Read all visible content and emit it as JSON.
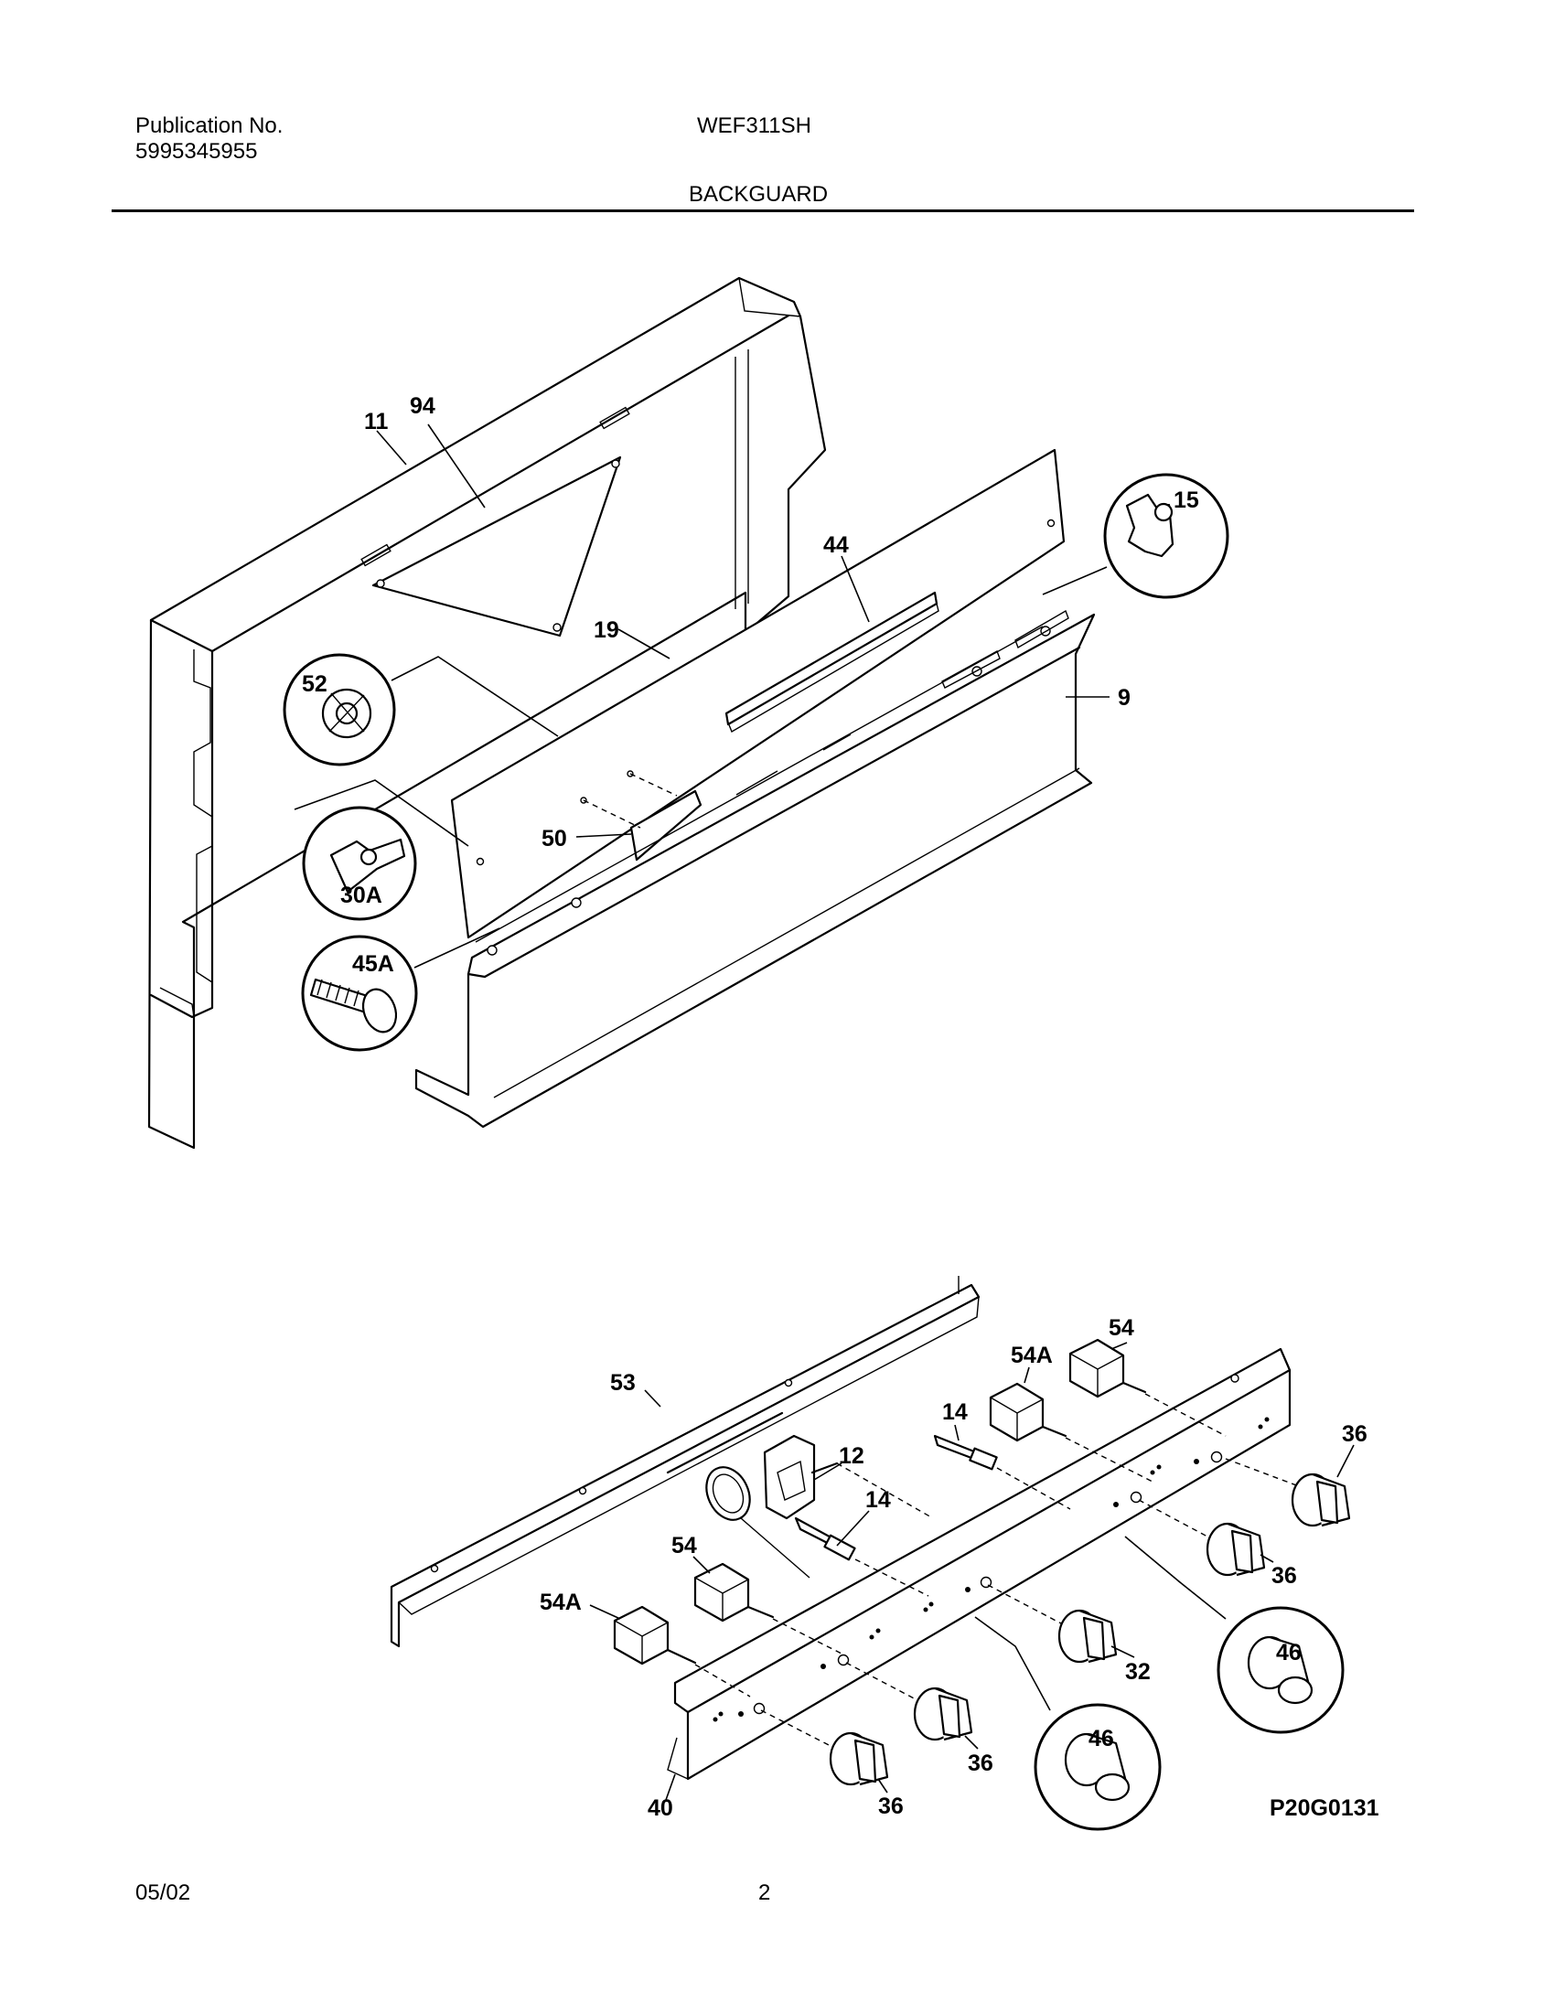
{
  "header": {
    "publication_label": "Publication No.",
    "publication_number": "5995345955",
    "model": "WEF311SH",
    "section": "BACKGUARD"
  },
  "diagram": {
    "callouts": {
      "c11": "11",
      "c94": "94",
      "c15": "15",
      "c44": "44",
      "c19": "19",
      "c9": "9",
      "c52": "52",
      "c50": "50",
      "c30A": "30A",
      "c45A": "45A",
      "c54_top": "54",
      "c54A_top": "54A",
      "c14_top": "14",
      "c12": "12",
      "c14_mid": "14",
      "c36_r1": "36",
      "c53": "53",
      "c54_left": "54",
      "c54A_left": "54A",
      "c36_r2": "36",
      "c46_right": "46",
      "c32": "32",
      "c46_left": "46",
      "c36_b1": "36",
      "c36_b2": "36",
      "c40": "40"
    },
    "figure_id": "P20G0131"
  },
  "footer": {
    "date": "05/02",
    "page": "2"
  }
}
